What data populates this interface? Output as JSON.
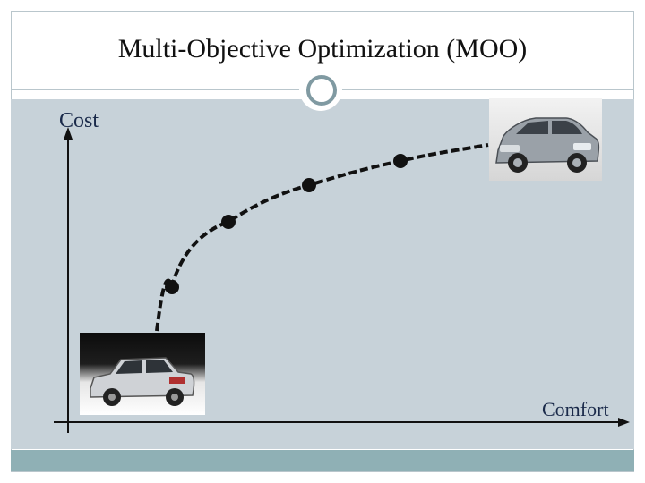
{
  "slide": {
    "title": "Multi-Objective Optimization (MOO)"
  },
  "axes": {
    "y_label": "Cost",
    "x_label": "Comfort"
  },
  "images": {
    "expensive_car": "expensive-sedan-car-photo",
    "cheap_car": "cheap-compact-car-photo"
  },
  "colors": {
    "content_background": "#c7d2d9",
    "footer_bar": "#8fb0b5",
    "curve": "#111111"
  },
  "pareto_points_count_visible": 4
}
